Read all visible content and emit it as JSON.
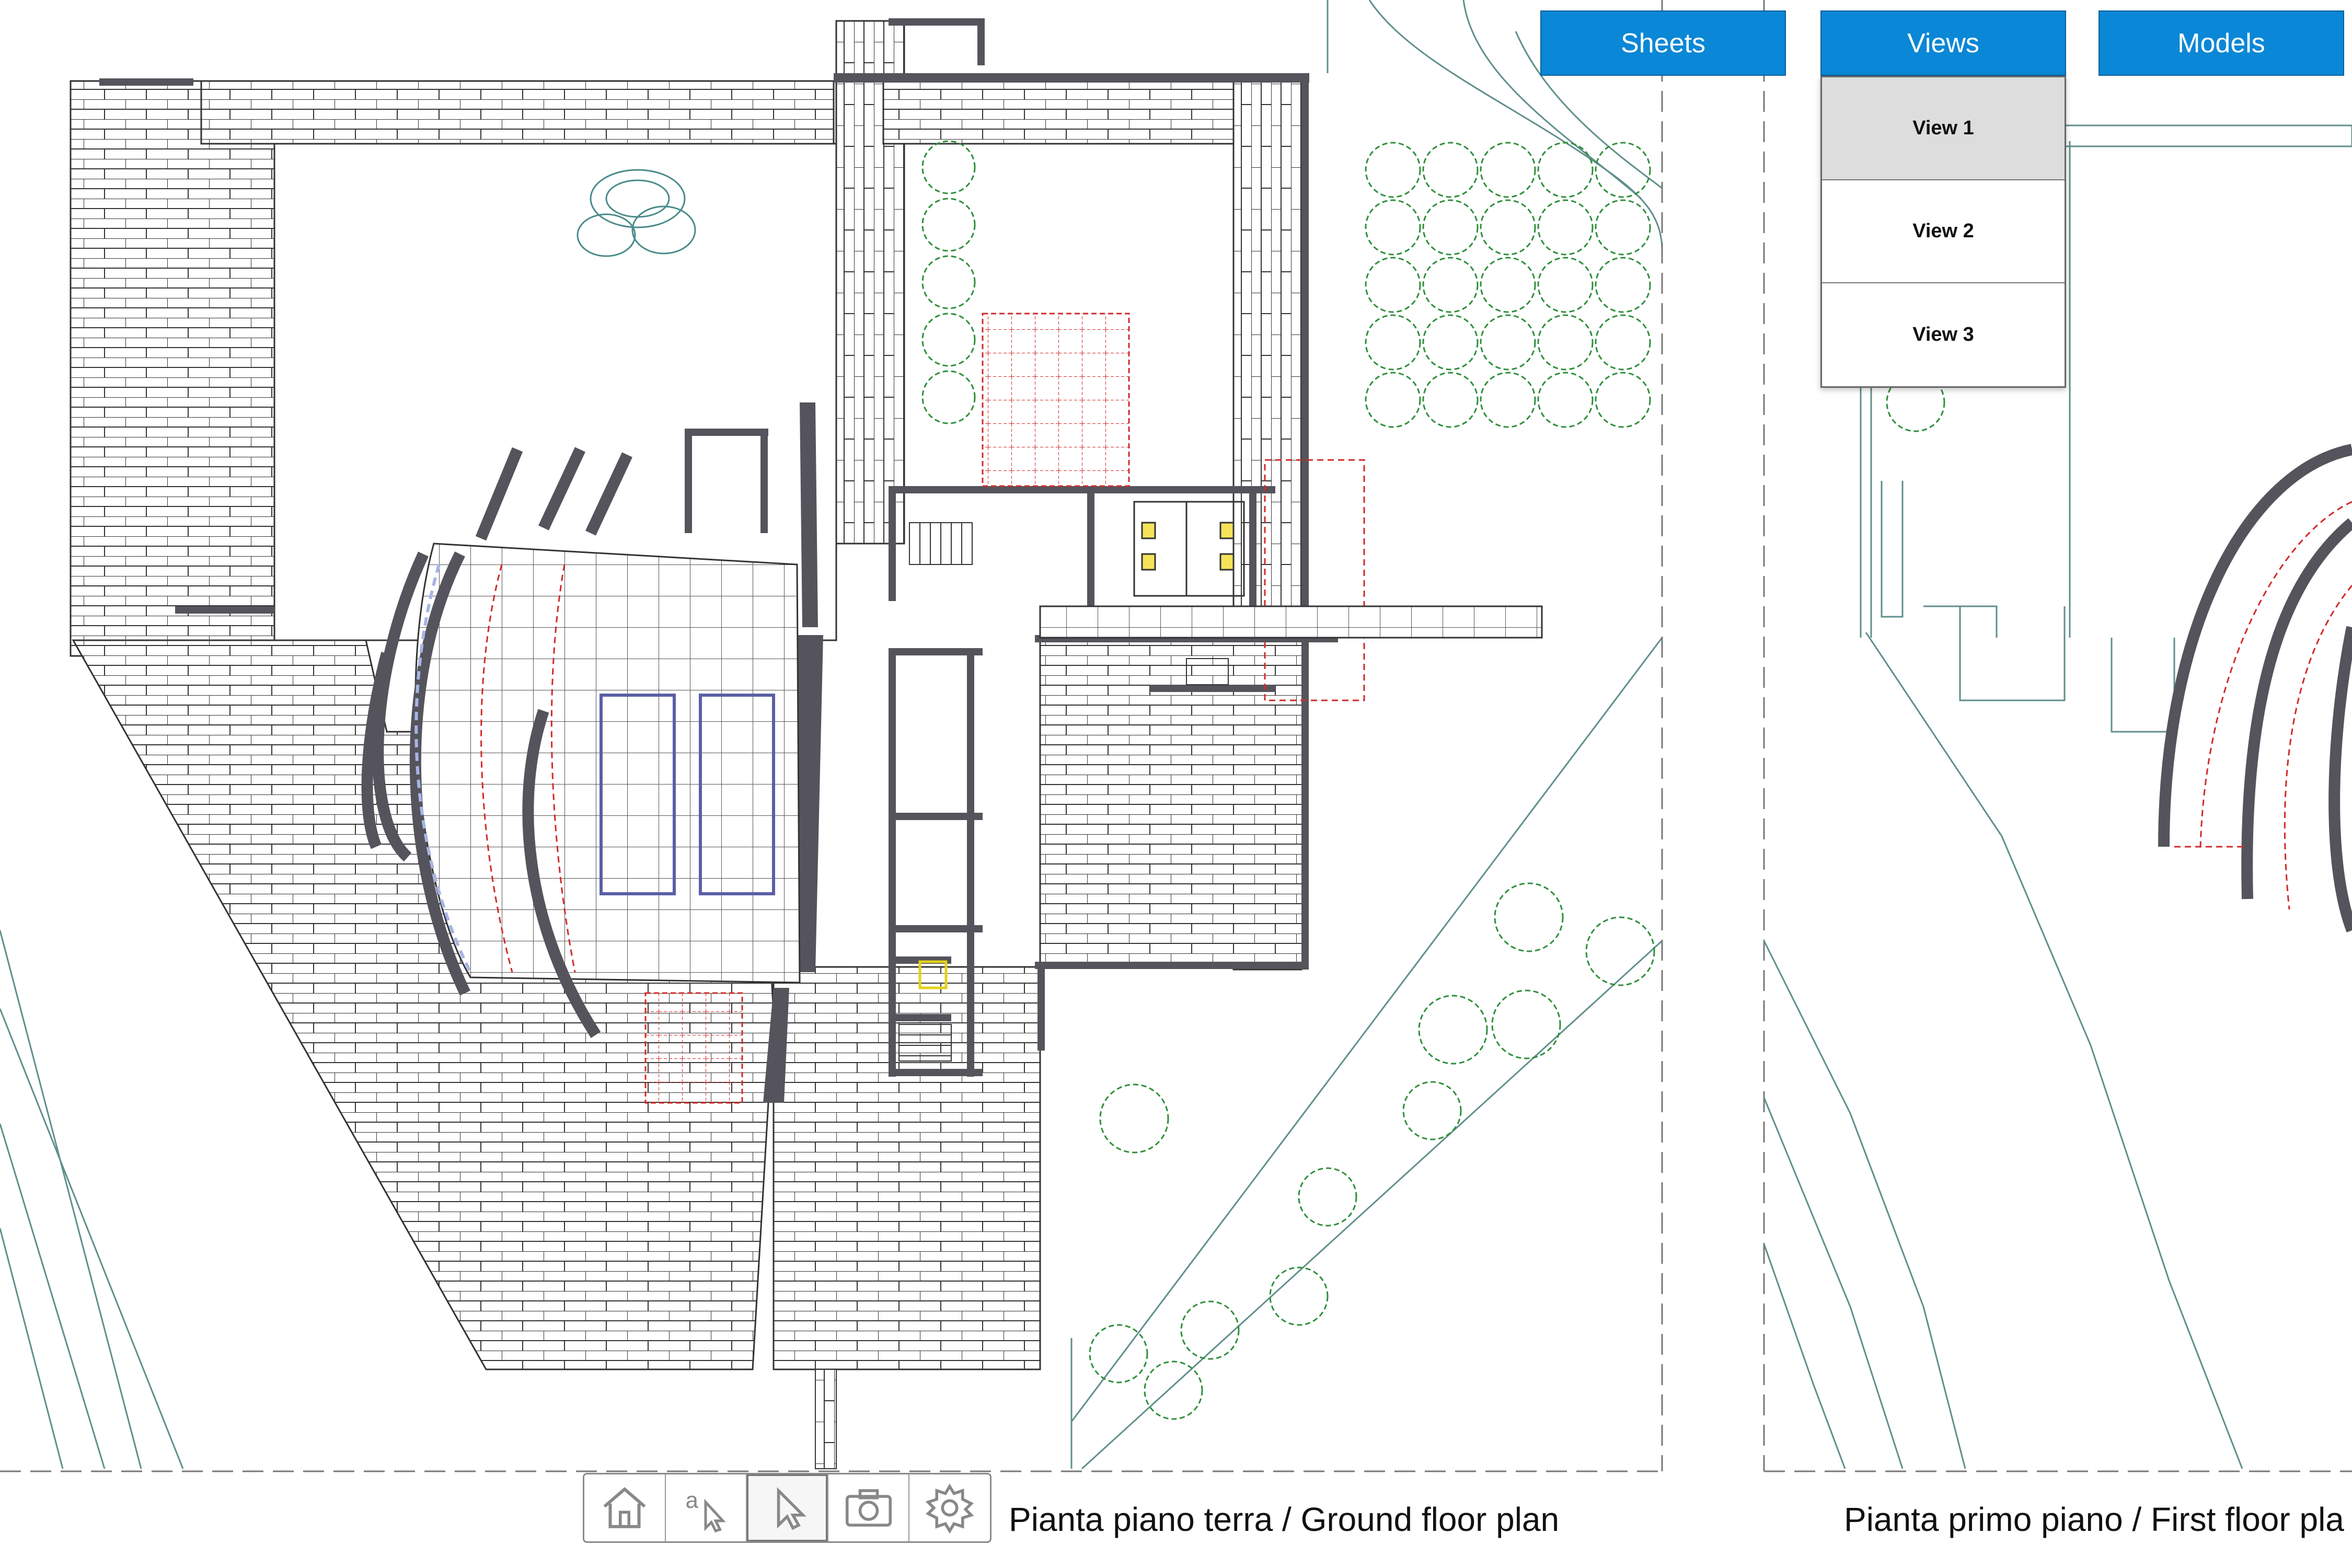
{
  "top_buttons": {
    "sheets": "Sheets",
    "views": "Views",
    "models": "Models"
  },
  "views_menu": {
    "items": [
      "View 1",
      "View 2",
      "View 3"
    ],
    "selected": "View 1"
  },
  "toolbar": {
    "tools": [
      {
        "icon": "home-icon"
      },
      {
        "icon": "annotate-text-icon",
        "glyph": "a"
      },
      {
        "icon": "select-cursor-icon",
        "active": true
      },
      {
        "icon": "camera-icon"
      },
      {
        "icon": "gear-icon"
      }
    ]
  },
  "sheets": {
    "ground_title": "Pianta piano terra  /  Ground floor plan",
    "first_title": "Pianta primo piano  /  First floor pla"
  },
  "colors": {
    "accent": "#0a87d6",
    "wall": "#55545c",
    "site_line": "#5f8f8c",
    "paving_line": "#333333",
    "tree": "#2f8f3a",
    "red_dashed": "#d22a2a",
    "seat_row": "#5a5fa5"
  }
}
